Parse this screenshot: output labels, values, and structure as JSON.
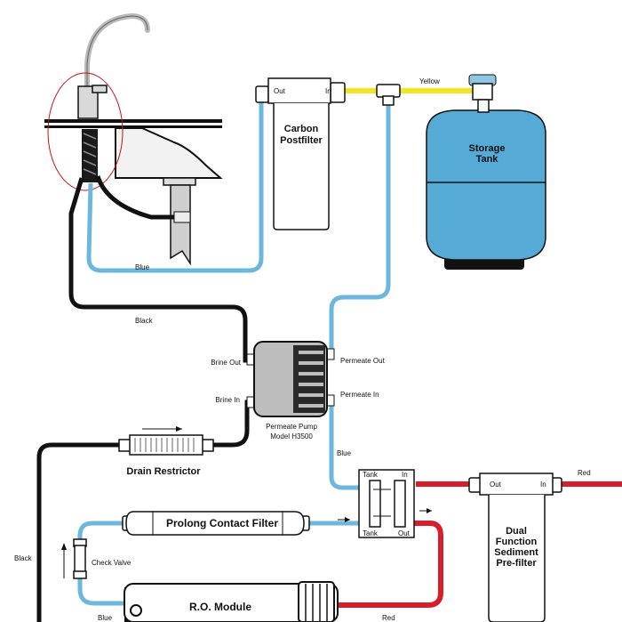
{
  "colors": {
    "blue_tube": "#6cb7dc",
    "black_tube": "#111111",
    "red_tube": "#d81e2b",
    "yellow_tube": "#f2e623",
    "tank_fill": "#55aad6",
    "annotation": "#cc1111"
  },
  "tube_labels": {
    "blue_top": "Blue",
    "yellow": "Yellow",
    "black_mid": "Black",
    "blue_mid": "Blue",
    "red_right": "Red",
    "black_left": "Black",
    "blue_bottom": "Blue",
    "red_bottom": "Red"
  },
  "carbon_postfilter": {
    "name_line1": "Carbon",
    "name_line2": "Postfilter",
    "out": "Out",
    "in": "In"
  },
  "storage_tank": {
    "name_line1": "Storage",
    "name_line2": "Tank"
  },
  "permeate_pump": {
    "brine_out": "Brine Out",
    "brine_in": "Brine In",
    "permeate_out": "Permeate Out",
    "permeate_in": "Permeate In",
    "name_line1": "Permeate Pump",
    "name_line2": "Model H3500"
  },
  "drain_restrictor": {
    "name": "Drain Restrictor"
  },
  "valve_block": {
    "tank_top": "Tank",
    "in_top": "In",
    "tank_bottom": "Tank",
    "out_bottom": "Out"
  },
  "prefilter": {
    "out": "Out",
    "in": "In",
    "name_line1": "Dual",
    "name_line2": "Function",
    "name_line3": "Sediment",
    "name_line4": "Pre-filter"
  },
  "prolong_filter": {
    "name": "Prolong Contact  Filter"
  },
  "check_valve": {
    "name": "Check Valve"
  },
  "ro_module": {
    "name": "R.O. Module"
  }
}
